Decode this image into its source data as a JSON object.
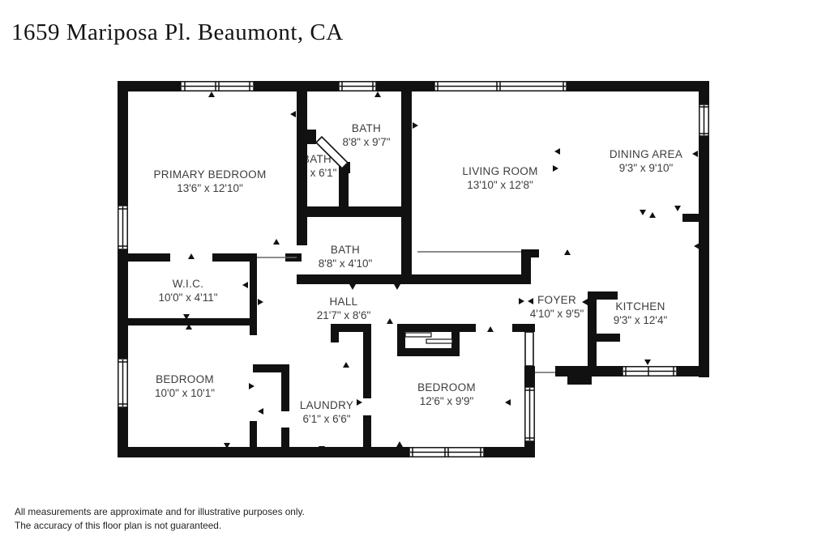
{
  "title": "1659 Mariposa Pl. Beaumont, CA",
  "rooms": [
    {
      "name": "PRIMARY BEDROOM",
      "dims": "13'6\" x 12'10\""
    },
    {
      "name": "BATH",
      "dims": "8'8\" x 9'7\""
    },
    {
      "name": "BATH",
      "dims": "4\" x 6'1\""
    },
    {
      "name": "LIVING ROOM",
      "dims": "13'10\" x 12'8\""
    },
    {
      "name": "DINING AREA",
      "dims": "9'3\" x 9'10\""
    },
    {
      "name": "BATH",
      "dims": "8'8\" x 4'10\""
    },
    {
      "name": "W.I.C.",
      "dims": "10'0\" x 4'11\""
    },
    {
      "name": "HALL",
      "dims": "21'7\" x 8'6\""
    },
    {
      "name": "FOYER",
      "dims": "4'10\" x 9'5\""
    },
    {
      "name": "KITCHEN",
      "dims": "9'3\" x 12'4\""
    },
    {
      "name": "BEDROOM",
      "dims": "10'0\" x 10'1\""
    },
    {
      "name": "LAUNDRY",
      "dims": "6'1\" x 6'6\""
    },
    {
      "name": "BEDROOM",
      "dims": "12'6\" x 9'9\""
    }
  ],
  "footer": {
    "line1": "All measurements are approximate and for illustrative purposes only.",
    "line2": "The accuracy of this floor plan is not guaranteed."
  },
  "colors": {
    "wall": "#111111",
    "label": "#3d3d3d",
    "background": "#ffffff"
  }
}
